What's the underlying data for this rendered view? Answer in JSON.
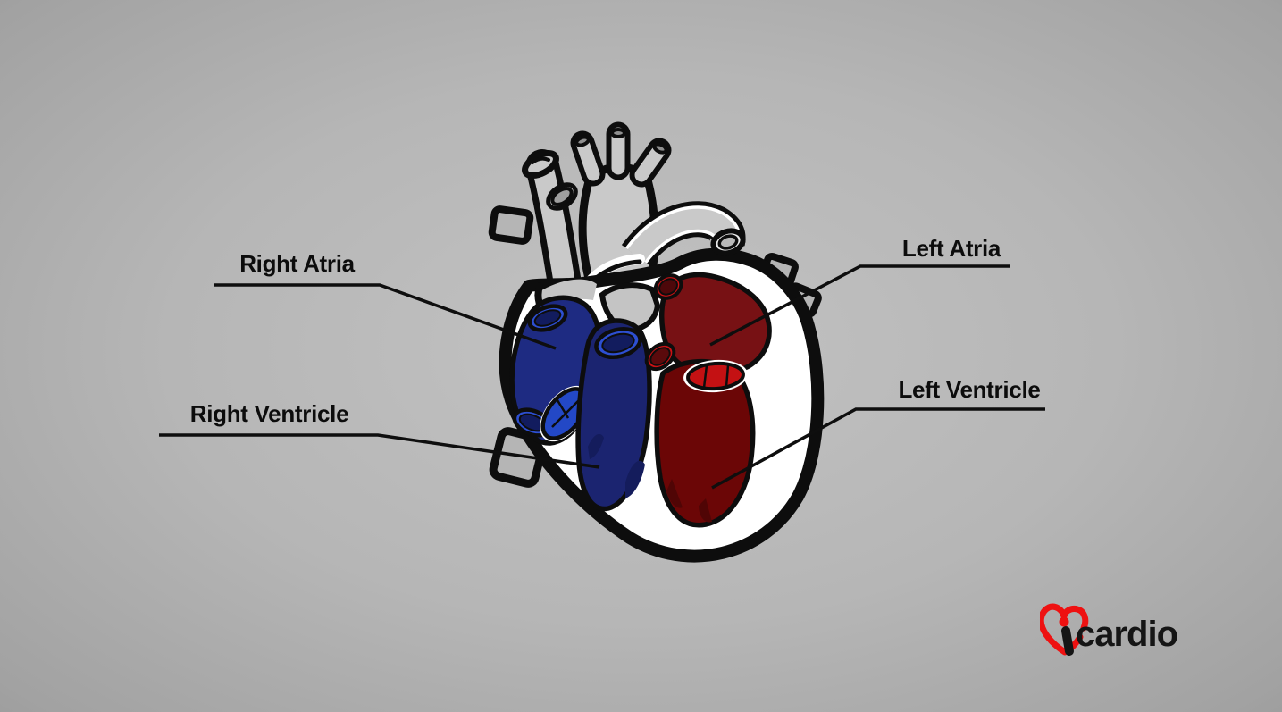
{
  "labels": {
    "right_atria": "Right Atria",
    "right_ventricle": "Right Ventricle",
    "left_atria": "Left Atria",
    "left_ventricle": "Left Ventricle"
  },
  "logo": {
    "brand": "cardio",
    "icon_letter": "i",
    "heart_color": "#ee1111",
    "text_color": "#151515"
  },
  "colors": {
    "background_center": "#c2c2c2",
    "background_edge": "#6e6e6e",
    "label_text": "#0c0c0c",
    "leader_line": "#0e0e0e",
    "vessel_gray": "#c9c9c9",
    "heart_wall_white": "#ffffff",
    "outline_black": "#0d0d0d",
    "right_atrium_blue": "#1e2b82",
    "right_ventricle_blue": "#1b2470",
    "blue_rim": "#2d4fd2",
    "blue_valve": "#2348c6",
    "blue_opening_dark": "#121c5e",
    "left_atrium_red": "#771114",
    "left_ventricle_red": "#6b0606",
    "red_rim": "#cc1215",
    "red_valve": "#c41113",
    "red_opening_dark": "#5a0a0c"
  }
}
